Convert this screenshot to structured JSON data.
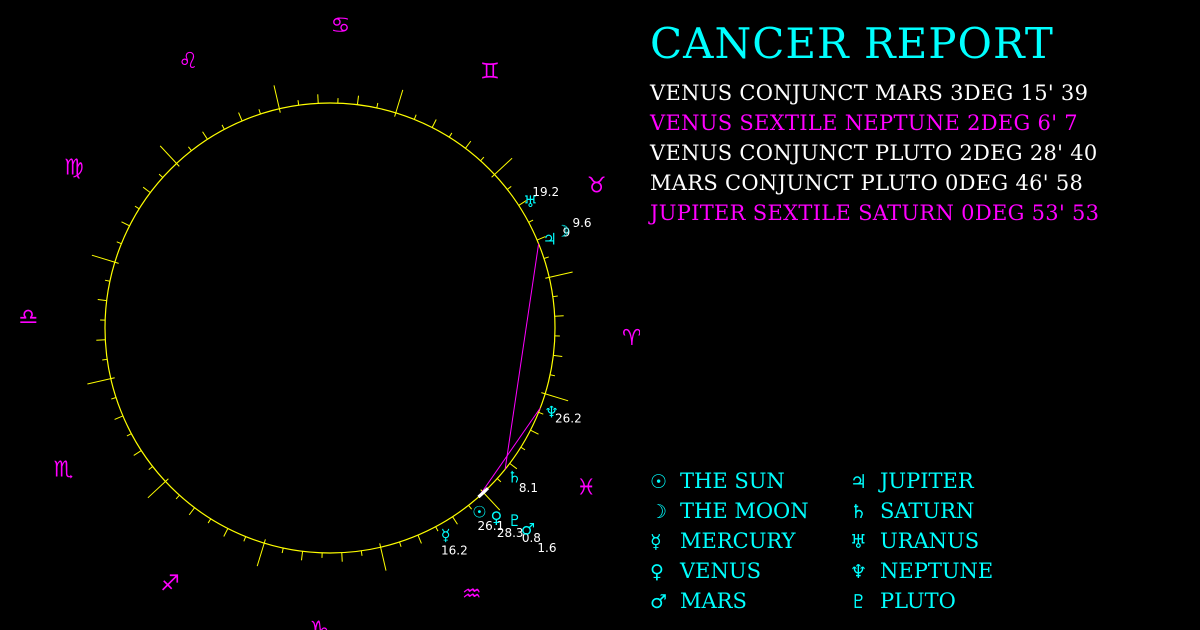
{
  "report": {
    "title": "CANCER REPORT",
    "aspects": [
      {
        "text": "VENUS CONJUNCT MARS 3DEG 15' 39",
        "color": "#ffffff"
      },
      {
        "text": "VENUS SEXTILE NEPTUNE 2DEG 6' 7",
        "color": "#ff00ff"
      },
      {
        "text": "VENUS CONJUNCT PLUTO 2DEG 28' 40",
        "color": "#ffffff"
      },
      {
        "text": "MARS CONJUNCT PLUTO 0DEG 46' 58",
        "color": "#ffffff"
      },
      {
        "text": "JUPITER SEXTILE SATURN 0DEG 53' 53",
        "color": "#ff00ff"
      }
    ]
  },
  "legend": {
    "left": [
      {
        "glyph": "☉",
        "label": "THE SUN",
        "icon": "sun-icon"
      },
      {
        "glyph": "☽",
        "label": "THE MOON",
        "icon": "moon-icon"
      },
      {
        "glyph": "☿",
        "label": "MERCURY",
        "icon": "mercury-icon"
      },
      {
        "glyph": "♀",
        "label": "VENUS",
        "icon": "venus-icon"
      },
      {
        "glyph": "♂",
        "label": "MARS",
        "icon": "mars-icon"
      }
    ],
    "right": [
      {
        "glyph": "♃",
        "label": "JUPITER",
        "icon": "jupiter-icon"
      },
      {
        "glyph": "♄",
        "label": "SATURN",
        "icon": "saturn-icon"
      },
      {
        "glyph": "♅",
        "label": "URANUS",
        "icon": "uranus-icon"
      },
      {
        "glyph": "♆",
        "label": "NEPTUNE",
        "icon": "neptune-icon"
      },
      {
        "glyph": "♇",
        "label": "PLUTO",
        "icon": "pluto-icon"
      }
    ]
  },
  "wheel": {
    "zodiac": [
      {
        "glyph": "♈",
        "name": "aries"
      },
      {
        "glyph": "♉",
        "name": "taurus"
      },
      {
        "glyph": "♊",
        "name": "gemini"
      },
      {
        "glyph": "♋",
        "name": "cancer"
      },
      {
        "glyph": "♌",
        "name": "leo"
      },
      {
        "glyph": "♍",
        "name": "virgo"
      },
      {
        "glyph": "♎",
        "name": "libra"
      },
      {
        "glyph": "♏",
        "name": "scorpio"
      },
      {
        "glyph": "♐",
        "name": "sagittarius"
      },
      {
        "glyph": "♑",
        "name": "capricorn"
      },
      {
        "glyph": "♒",
        "name": "aquarius"
      },
      {
        "glyph": "♓",
        "name": "pisces"
      }
    ],
    "planets": [
      {
        "name": "venus",
        "glyph": "♀",
        "sign_index": 10,
        "degree": 28.3
      },
      {
        "name": "mars",
        "glyph": "♂",
        "sign_index": 11,
        "degree": 1.6
      },
      {
        "name": "pluto",
        "glyph": "♇",
        "sign_index": 11,
        "degree": 0.8
      },
      {
        "name": "sun",
        "glyph": "☉",
        "sign_index": 10,
        "degree": 26.1
      },
      {
        "name": "mercury",
        "glyph": "☿",
        "sign_index": 10,
        "degree": 16.2
      },
      {
        "name": "saturn",
        "glyph": "♄",
        "sign_index": 11,
        "degree": 8.1
      },
      {
        "name": "neptune",
        "glyph": "♆",
        "sign_index": 11,
        "degree": 26.2
      },
      {
        "name": "moon",
        "glyph": "☽",
        "sign_index": 1,
        "degree": 9.6
      },
      {
        "name": "jupiter",
        "glyph": "♃",
        "sign_index": 1,
        "degree": 9.0
      },
      {
        "name": "uranus",
        "glyph": "♅",
        "sign_index": 1,
        "degree": 19.2
      }
    ],
    "aspect_lines": [
      {
        "from": "venus",
        "to": "neptune"
      },
      {
        "from": "saturn",
        "to": "jupiter"
      }
    ]
  },
  "colors": {
    "background": "#000000",
    "ring": "#ffff00",
    "zodiac": "#ff00ff",
    "planet": "#00ffff",
    "degree_label": "#ffffff",
    "aspect_line": "#ff00ff",
    "conjunction_line": "#ffffff"
  }
}
